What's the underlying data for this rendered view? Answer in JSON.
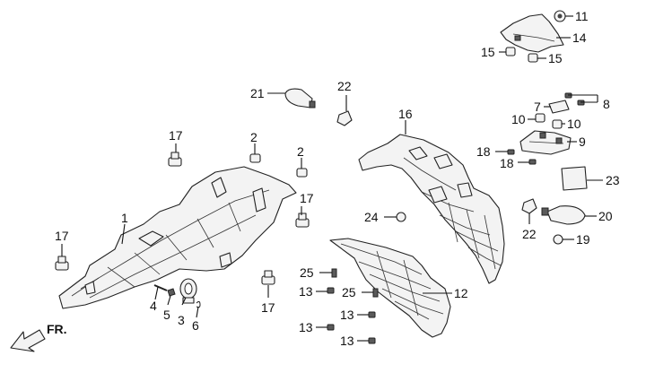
{
  "direction_label": "FR.",
  "callouts": [
    {
      "id": "c1",
      "label": "1"
    },
    {
      "id": "c2a",
      "label": "2"
    },
    {
      "id": "c2b",
      "label": "2"
    },
    {
      "id": "c3",
      "label": "3"
    },
    {
      "id": "c4",
      "label": "4"
    },
    {
      "id": "c5",
      "label": "5"
    },
    {
      "id": "c6",
      "label": "6"
    },
    {
      "id": "c7",
      "label": "7"
    },
    {
      "id": "c8",
      "label": "8"
    },
    {
      "id": "c9",
      "label": "9"
    },
    {
      "id": "c10a",
      "label": "10"
    },
    {
      "id": "c10b",
      "label": "10"
    },
    {
      "id": "c11",
      "label": "11"
    },
    {
      "id": "c12",
      "label": "12"
    },
    {
      "id": "c13a",
      "label": "13"
    },
    {
      "id": "c13b",
      "label": "13"
    },
    {
      "id": "c13c",
      "label": "13"
    },
    {
      "id": "c13d",
      "label": "13"
    },
    {
      "id": "c14",
      "label": "14"
    },
    {
      "id": "c15a",
      "label": "15"
    },
    {
      "id": "c15b",
      "label": "15"
    },
    {
      "id": "c16",
      "label": "16"
    },
    {
      "id": "c17a",
      "label": "17"
    },
    {
      "id": "c17b",
      "label": "17"
    },
    {
      "id": "c17c",
      "label": "17"
    },
    {
      "id": "c17d",
      "label": "17"
    },
    {
      "id": "c18a",
      "label": "18"
    },
    {
      "id": "c18b",
      "label": "18"
    },
    {
      "id": "c19",
      "label": "19"
    },
    {
      "id": "c20",
      "label": "20"
    },
    {
      "id": "c21",
      "label": "21"
    },
    {
      "id": "c22a",
      "label": "22"
    },
    {
      "id": "c22b",
      "label": "22"
    },
    {
      "id": "c23",
      "label": "23"
    },
    {
      "id": "c24",
      "label": "24"
    },
    {
      "id": "c25a",
      "label": "25"
    },
    {
      "id": "c25b",
      "label": "25"
    }
  ]
}
